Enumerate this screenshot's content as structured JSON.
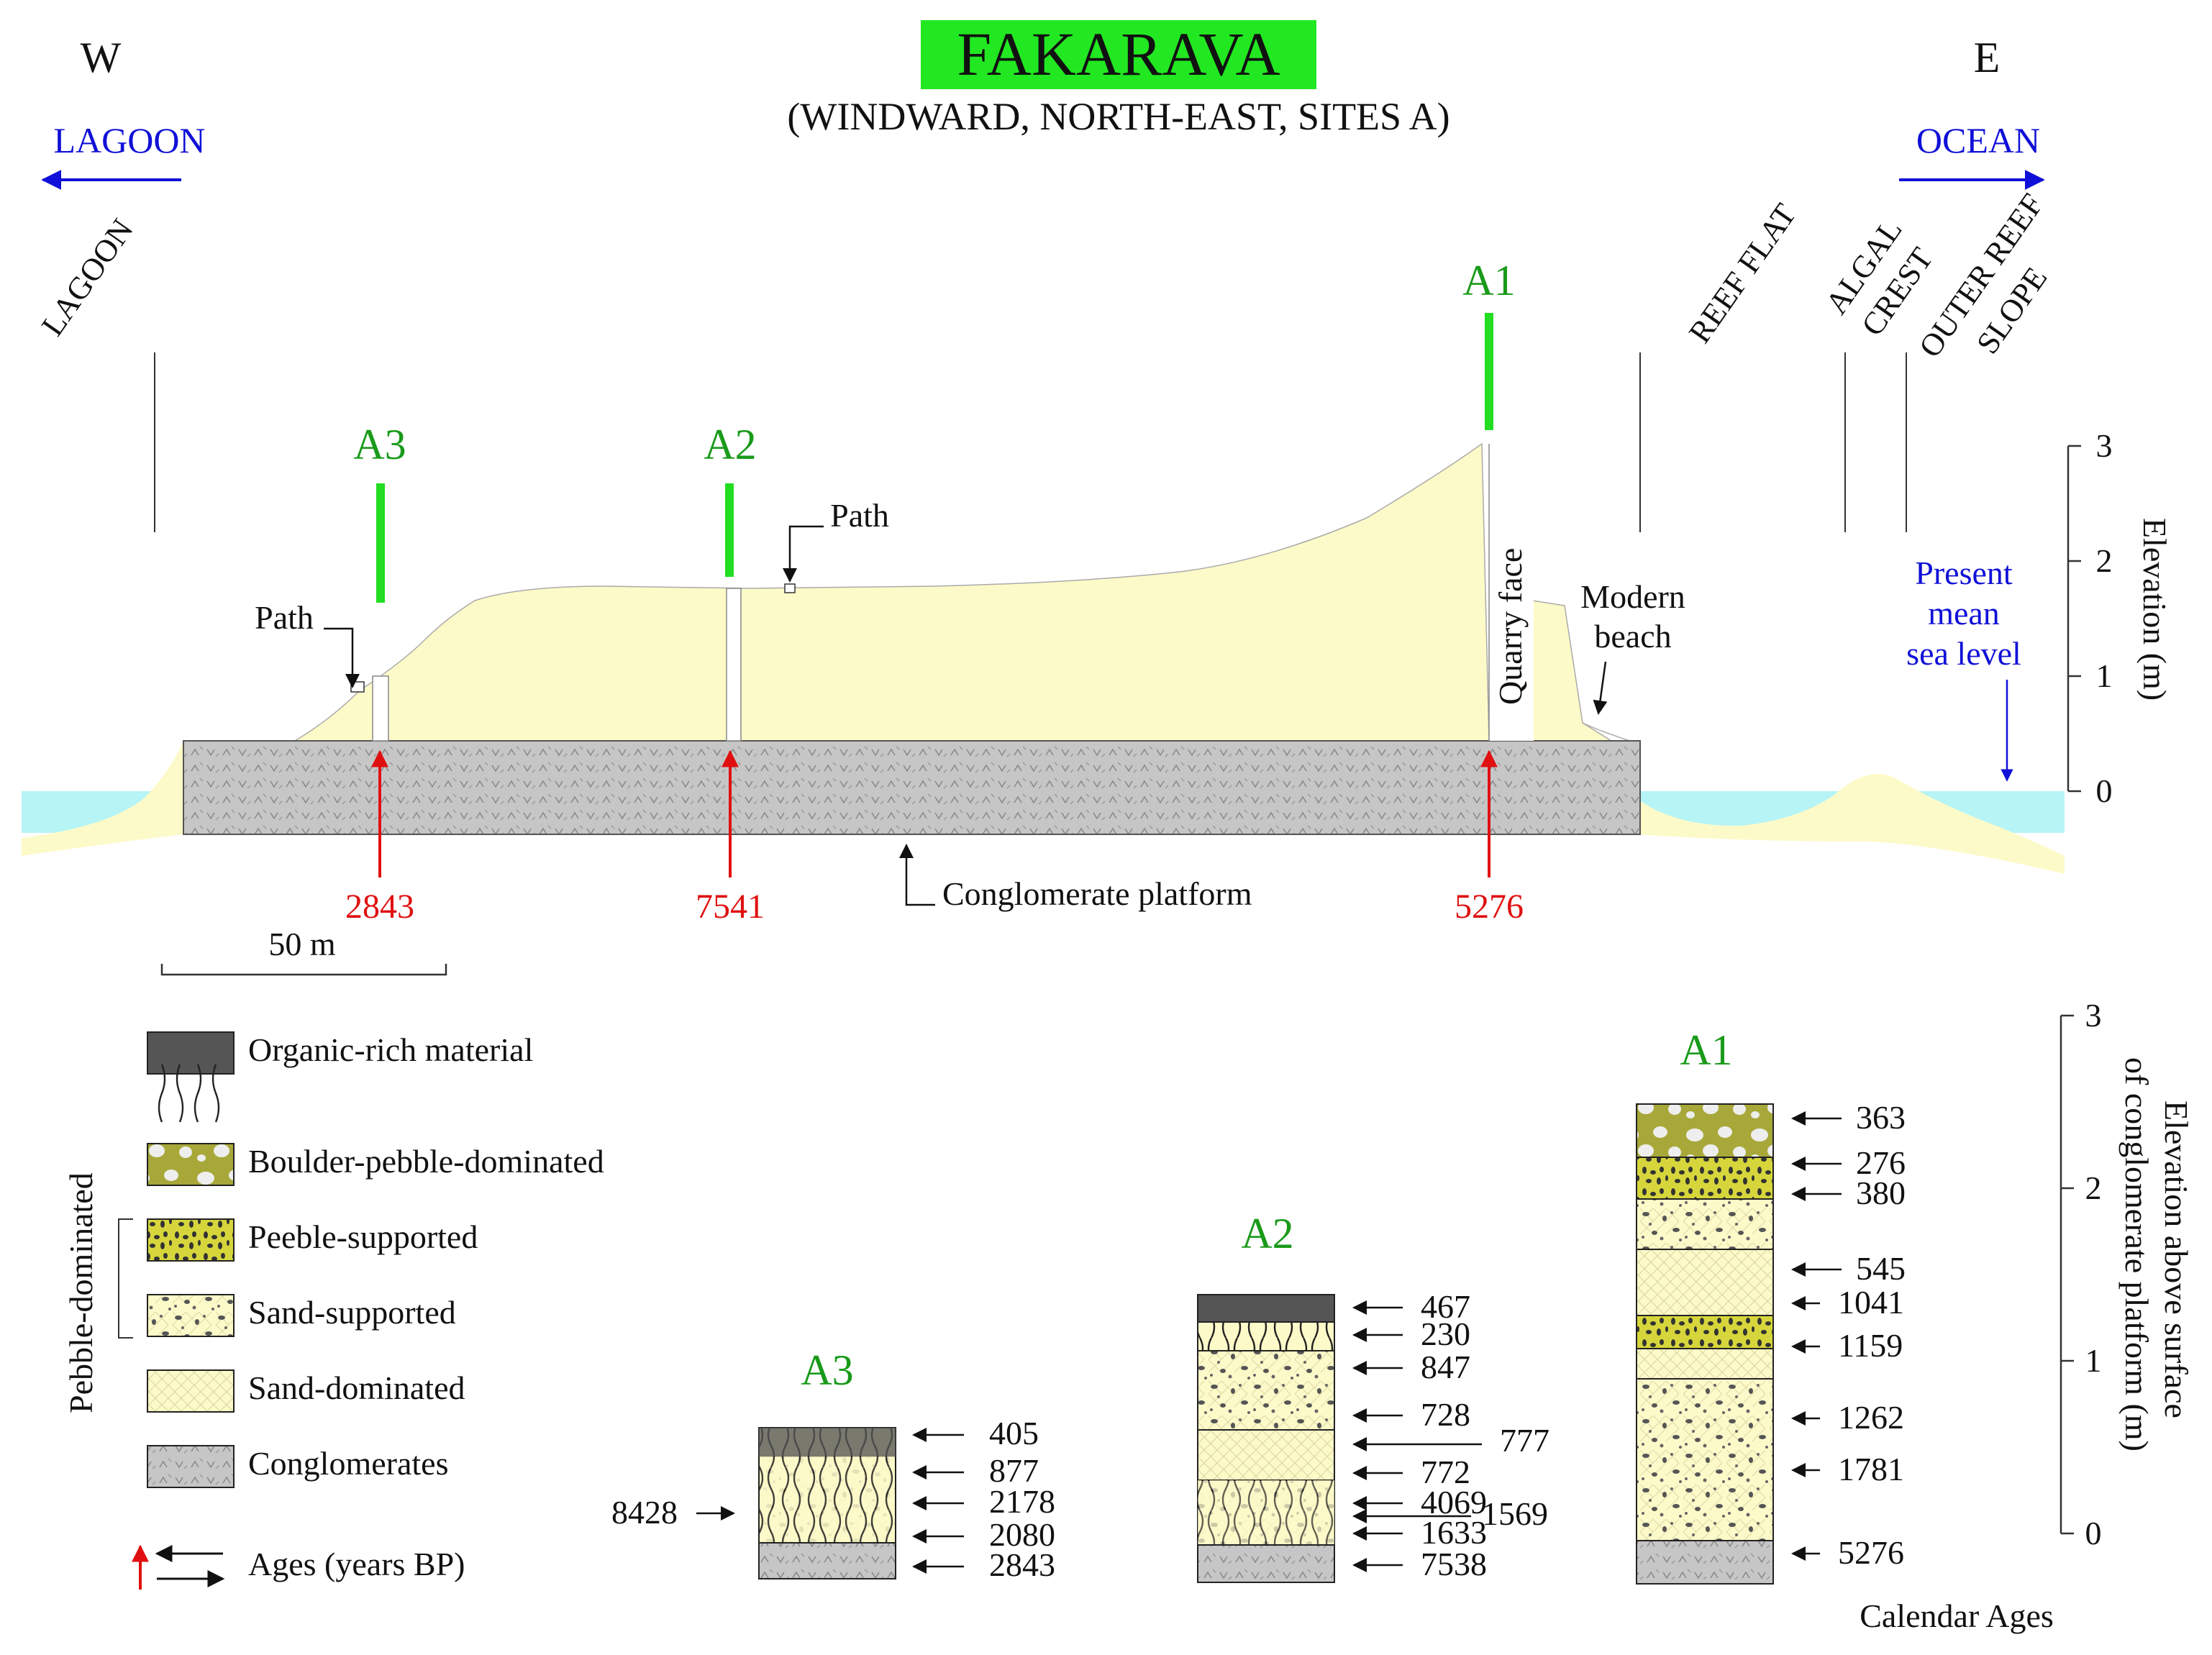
{
  "header": {
    "title": "FAKARAVA",
    "subtitle": "(WINDWARD, NORTH-EAST, SITES A)",
    "west": "W",
    "east": "E",
    "lagoon_dir": "LAGOON",
    "ocean_dir": "OCEAN"
  },
  "zones": {
    "lagoon": "LAGOON",
    "reef_flat": "REEF FLAT",
    "algal_crest_1": "ALGAL",
    "algal_crest_2": "CREST",
    "outer_reef_1": "OUTER REEF",
    "outer_reef_2": "SLOPE"
  },
  "sites": {
    "a1": "A1",
    "a2": "A2",
    "a3": "A3"
  },
  "profile": {
    "path_left": "Path",
    "path_mid": "Path",
    "quarry_face": "Quarry face",
    "modern_beach_1": "Modern",
    "modern_beach_2": "beach",
    "sea_level_1": "Present",
    "sea_level_2": "mean",
    "sea_level_3": "sea level",
    "platform_label": "Conglomerate platform",
    "age_a3": "2843",
    "age_a2": "7541",
    "age_a1": "5276",
    "scale": "50 m"
  },
  "top_axis": {
    "title": "Elevation (m)",
    "ticks": [
      "3",
      "2",
      "1",
      "0"
    ]
  },
  "bottom_axis": {
    "title_1": "Elevation above surface",
    "title_2": "of conglomerate platform (m)",
    "ticks": [
      "3",
      "2",
      "1",
      "0"
    ],
    "footer": "Calendar Ages"
  },
  "legend": {
    "organic": "Organic-rich material",
    "boulder": "Boulder-pebble-dominated",
    "pebble_supported": "Peeble-supported",
    "sand_supported": "Sand-supported",
    "sand_dominated": "Sand-dominated",
    "conglomerates": "Conglomerates",
    "ages": "Ages (years BP)",
    "group": "Pebble-dominated"
  },
  "columns": {
    "a3": {
      "label": "A3",
      "ages": [
        "405",
        "877",
        "2178",
        "2080",
        "2843"
      ],
      "side_age": "8428"
    },
    "a2": {
      "label": "A2",
      "ages": [
        "467",
        "230",
        "847",
        "728",
        "772",
        "4069",
        "1633",
        "7538"
      ],
      "side_ages": [
        "777",
        "1569"
      ]
    },
    "a1": {
      "label": "A1",
      "ages": [
        "363",
        "276",
        "380",
        "545",
        "1041",
        "1159",
        "1262",
        "1781",
        "5276"
      ]
    }
  },
  "colors": {
    "sand": "#fdfac9",
    "water": "#b6f4f6",
    "conglomerate": "#c6c6c6",
    "site_green": "#22dd22",
    "title_bg": "#22e822",
    "age_red": "#e01010",
    "blue": "#1010d8",
    "organic": "#555555",
    "boulder": "#a8a83a",
    "pebble": "#d6d63c"
  }
}
